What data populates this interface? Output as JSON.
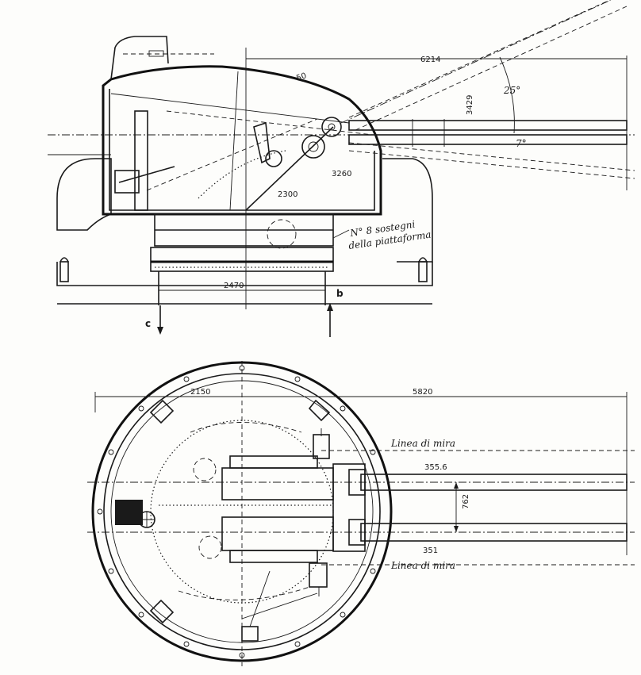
{
  "labels": {
    "side_overall_length": "6214",
    "side_elevation_angle": "25°",
    "side_depression_angle": "7°",
    "side_barrel_dim": "3429",
    "side_dim_a": "3260",
    "side_dim_b": "2300",
    "side_shield_mark": "50",
    "side_platform_note_1": "N° 8 sostegni",
    "side_platform_note_2": "della piattaforma",
    "side_base_width": "2470",
    "section_c": "c",
    "section_b": "b",
    "plan_overall_length": "5820",
    "plan_left_dim": "2150",
    "plan_sight_line_top": "Linea di mira",
    "plan_sight_line_bottom": "Linea di mira",
    "plan_bore_upper": "355.6",
    "plan_bore_lower": "351",
    "plan_barrel_spacing": "762"
  }
}
